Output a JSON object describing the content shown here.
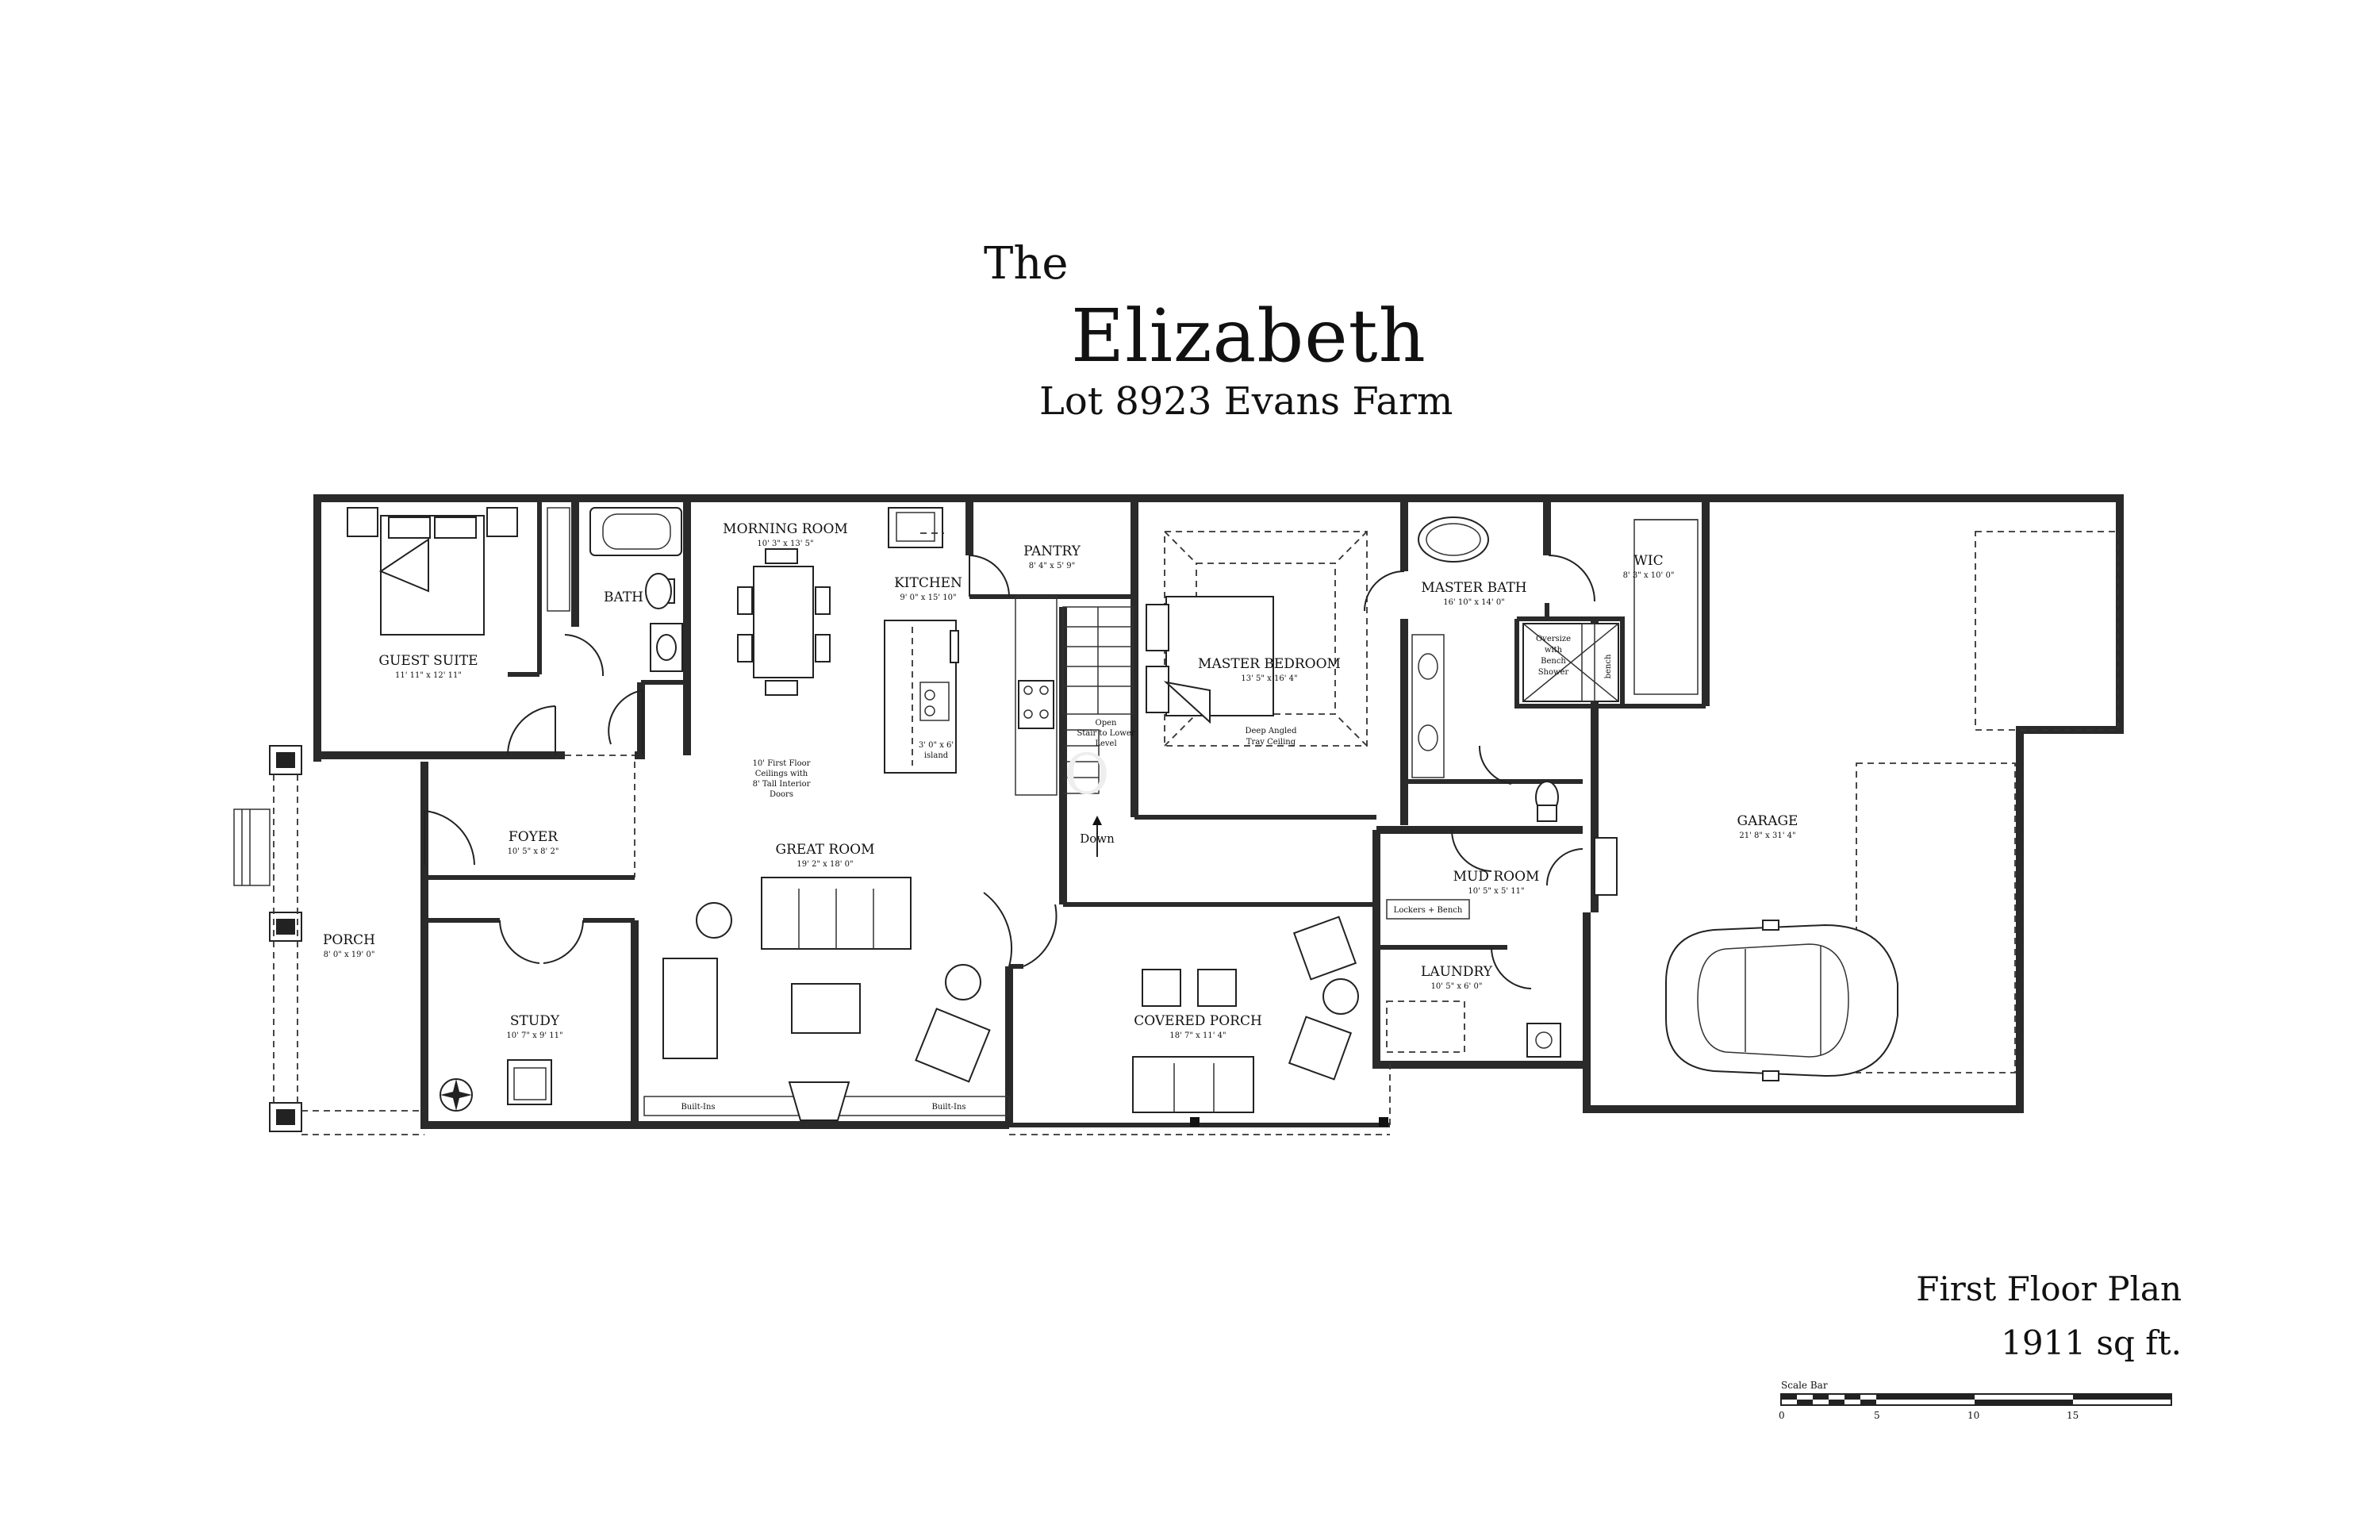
{
  "header": {
    "the": "The",
    "name": "Elizabeth",
    "lot": "Lot 8923 Evans Farm"
  },
  "footer": {
    "plan_title": "First Floor Plan",
    "sqft": "1911 sq ft.",
    "scale_label": "Scale Bar",
    "scale_ticks": [
      "0",
      "5",
      "10",
      "15"
    ]
  },
  "rooms": {
    "guest_suite": {
      "name": "GUEST SUITE",
      "dim": "11' 11\" x 12' 11\""
    },
    "bath": {
      "name": "BATH"
    },
    "morning_room": {
      "name": "MORNING ROOM",
      "dim": "10' 3\" x 13' 5\""
    },
    "kitchen": {
      "name": "KITCHEN",
      "dim": "9' 0\" x 15' 10\""
    },
    "pantry": {
      "name": "PANTRY",
      "dim": "8' 4\" x 5' 9\""
    },
    "master_bedroom": {
      "name": "MASTER BEDROOM",
      "dim": "13' 5\" x 16' 4\""
    },
    "master_bath": {
      "name": "MASTER BATH",
      "dim": "16' 10\" x 14' 0\""
    },
    "wic": {
      "name": "WIC",
      "dim": "8' 3\" x 10' 0\""
    },
    "foyer": {
      "name": "FOYER",
      "dim": "10' 5\" x 8' 2\""
    },
    "great_room": {
      "name": "GREAT ROOM",
      "dim": "19' 2\" x 18' 0\""
    },
    "porch": {
      "name": "PORCH",
      "dim": "8' 0\" x 19' 0\""
    },
    "study": {
      "name": "STUDY",
      "dim": "10' 7\" x 9' 11\""
    },
    "covered_porch": {
      "name": "COVERED PORCH",
      "dim": "18' 7\" x 11' 4\""
    },
    "mud_room": {
      "name": "MUD ROOM",
      "dim": "10' 5\" x 5' 11\""
    },
    "laundry": {
      "name": "LAUNDRY",
      "dim": "10' 5\" x 6' 0\""
    },
    "garage": {
      "name": "GARAGE",
      "dim": "21' 8\" x 31' 4\""
    }
  },
  "notes": {
    "ceilings": [
      "10' First Floor",
      "Ceilings with",
      "8' Tall Interior",
      "Doors"
    ],
    "island": [
      "3' 0\" x 6'",
      "island"
    ],
    "stair": [
      "Open",
      "Stair to Lower",
      "Level"
    ],
    "down": "Down",
    "tray": [
      "Deep Angled",
      "Tray Ceiling"
    ],
    "lockers": "Lockers + Bench",
    "builtin_left": "Built-Ins",
    "builtin_right": "Built-Ins",
    "shower": [
      "Oversize",
      "with",
      "Bench",
      "Shower"
    ],
    "bench": "bench"
  },
  "colors": {
    "ink": "#111111",
    "wall": "#2a2a2a",
    "wall_fill": "#5a5a5a",
    "bg": "#ffffff"
  }
}
